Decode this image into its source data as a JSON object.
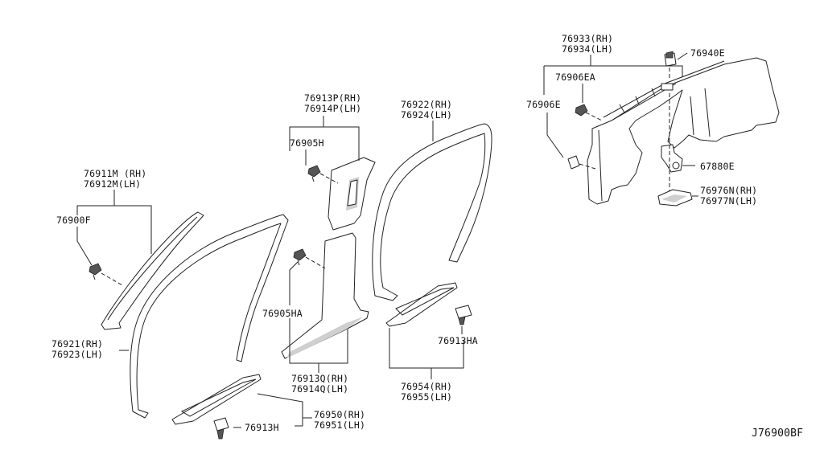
{
  "diagram_code": "J76900BF",
  "labels": {
    "p76911M": "76911M (RH)",
    "p76912M": "76912M(LH)",
    "p76900F": "76900F",
    "p76921": "76921(RH)",
    "p76923": "76923(LH)",
    "p76913P": "76913P(RH)",
    "p76914P": "76914P(LH)",
    "p76905H": "76905H",
    "p76905HA": "76905HA",
    "p76913Q": "76913Q(RH)",
    "p76914Q": "76914Q(LH)",
    "p76922": "76922(RH)",
    "p76924": "76924(LH)",
    "p76913HA": "76913HA",
    "p76954": "76954(RH)",
    "p76955": "76955(LH)",
    "p76950": "76950(RH)",
    "p76951": "76951(LH)",
    "p76913H": "76913H",
    "p76933": "76933(RH)",
    "p76934": "76934(LH)",
    "p76906EA": "76906EA",
    "p76906E": "76906E",
    "p76940E": "76940E",
    "p67880E": "67880E",
    "p76976N": "76976N(RH)",
    "p76977N": "76977N(LH)"
  }
}
